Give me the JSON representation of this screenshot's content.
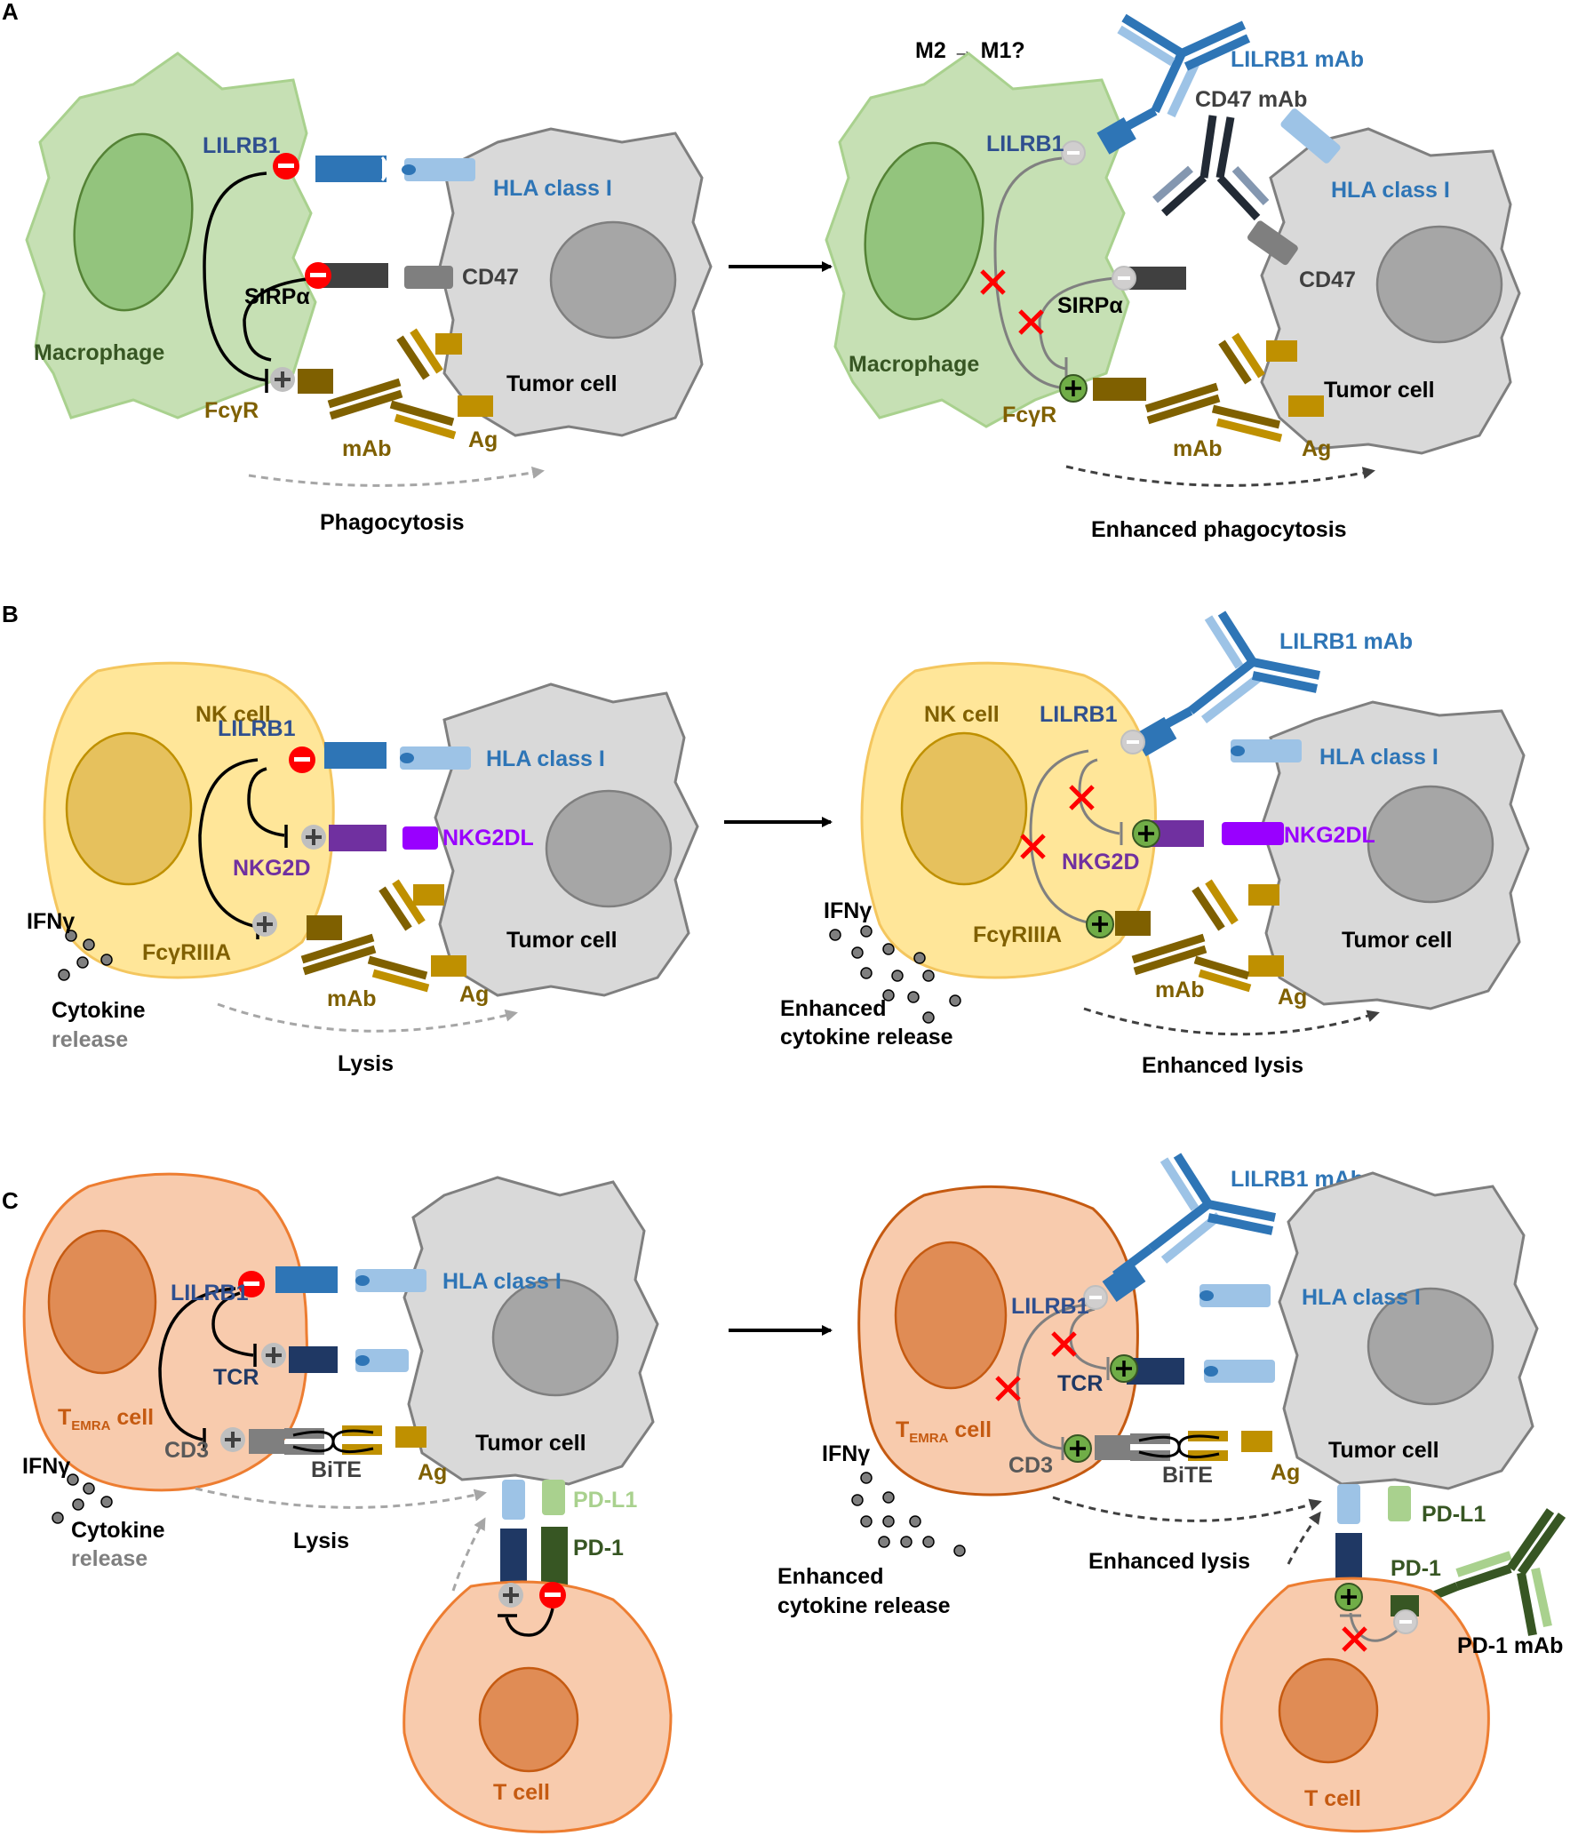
{
  "panels": {
    "A": {
      "letter": "A",
      "left": {
        "cell": "Macrophage",
        "lilrb1": "LILRB1",
        "sirpa": "SIRPα",
        "fcgr": "FcγR",
        "hla": "HLA class I",
        "cd47": "CD47",
        "tumor": "Tumor cell",
        "mab": "mAb",
        "ag": "Ag",
        "outcome": "Phagocytosis"
      },
      "right": {
        "m2m1": "M2 → M1?",
        "lilrb1_mab": "LILRB1 mAb",
        "cd47_mab": "CD47 mAb",
        "cell": "Macrophage",
        "lilrb1": "LILRB1",
        "sirpa": "SIRPα",
        "fcgr": "FcγR",
        "hla": "HLA class I",
        "cd47": "CD47",
        "tumor": "Tumor cell",
        "mab": "mAb",
        "ag": "Ag",
        "outcome": "Enhanced phagocytosis"
      }
    },
    "B": {
      "letter": "B",
      "left": {
        "cell": "NK cell",
        "lilrb1": "LILRB1",
        "nkg2d": "NKG2D",
        "fcgr3a": "FcγRIIIA",
        "hla": "HLA class I",
        "nkg2dl": "NKG2DL",
        "tumor": "Tumor cell",
        "mab": "mAb",
        "ag": "Ag",
        "ifng": "IFNγ",
        "cytokine": "Cytokine",
        "release": "release",
        "outcome": "Lysis"
      },
      "right": {
        "lilrb1_mab": "LILRB1 mAb",
        "cell": "NK cell",
        "lilrb1": "LILRB1",
        "nkg2d": "NKG2D",
        "fcgr3a": "FcγRIIIA",
        "hla": "HLA class I",
        "nkg2dl": "NKG2DL",
        "tumor": "Tumor cell",
        "mab": "mAb",
        "ag": "Ag",
        "ifng": "IFNγ",
        "cytokine1": "Enhanced",
        "cytokine2": "cytokine release",
        "outcome": "Enhanced lysis"
      }
    },
    "C": {
      "letter": "C",
      "left": {
        "cell_t": "T",
        "cell_sub": "EMRA",
        "cell_rest": " cell",
        "lilrb1": "LILRB1",
        "tcr": "TCR",
        "cd3": "CD3",
        "bite": "BiTE",
        "ag": "Ag",
        "hla": "HLA class I",
        "tumor": "Tumor cell",
        "pdl1": "PD-L1",
        "pd1": "PD-1",
        "tcell": "T cell",
        "ifng": "IFNγ",
        "cytokine": "Cytokine",
        "release": "release",
        "outcome": "Lysis"
      },
      "right": {
        "lilrb1_mab": "LILRB1 mAb",
        "cell_t": "T",
        "cell_sub": "EMRA",
        "cell_rest": " cell",
        "lilrb1": "LILRB1",
        "tcr": "TCR",
        "cd3": "CD3",
        "bite": "BiTE",
        "ag": "Ag",
        "hla": "HLA class I",
        "tumor": "Tumor cell",
        "pdl1": "PD-L1",
        "pd1": "PD-1",
        "pd1_mab": "PD-1 mAb",
        "tcell": "T cell",
        "ifng": "IFNγ",
        "cytokine1": "Enhanced",
        "cytokine2": "cytokine release",
        "outcome": "Enhanced lysis"
      }
    }
  },
  "colors": {
    "macrophage_fill": "#c6e0b4",
    "nk_fill": "#ffe699",
    "tcell_fill": "#f8cbad",
    "tumor_fill": "#d9d9d9",
    "lilrb1_blue": "#2e75b6",
    "hla_lightblue": "#9dc3e6",
    "label_darkblue": "#2f4f8f",
    "mab_gold": "#7f6000",
    "ag_gold": "#bf9000",
    "nkg2d_purple": "#7030a0",
    "nkg2dl_purple": "#9900ff",
    "pd1_green": "#375623",
    "pdl1_green": "#a9d18e",
    "tcr_navy": "#1f3864",
    "inhibit_red": "#ff0000",
    "activate_green": "#70ad47",
    "macrophage_label": "#375623",
    "nk_label": "#806000",
    "tcell_label": "#c55a11"
  }
}
